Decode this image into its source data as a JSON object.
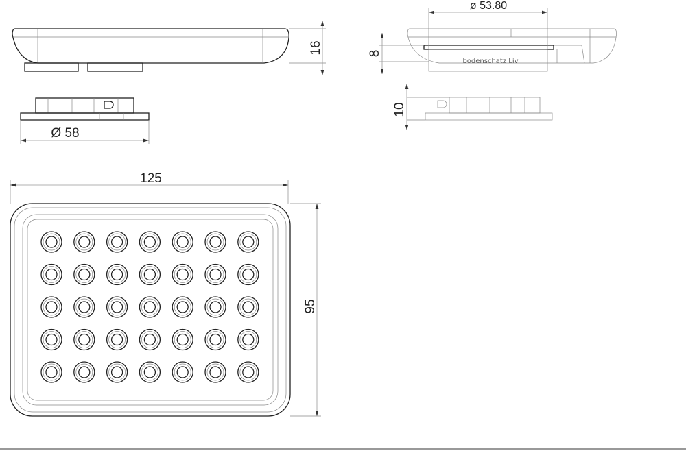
{
  "dimensions": {
    "side_height": "16",
    "base_diameter": "Ø 58",
    "top_diameter": "ø 53.80",
    "flange_height": "8",
    "base_height": "10",
    "plate_width": "125",
    "plate_height": "95"
  },
  "brand_text": "bodenschatz Liv",
  "grid": {
    "columns": 7,
    "rows": 5
  }
}
